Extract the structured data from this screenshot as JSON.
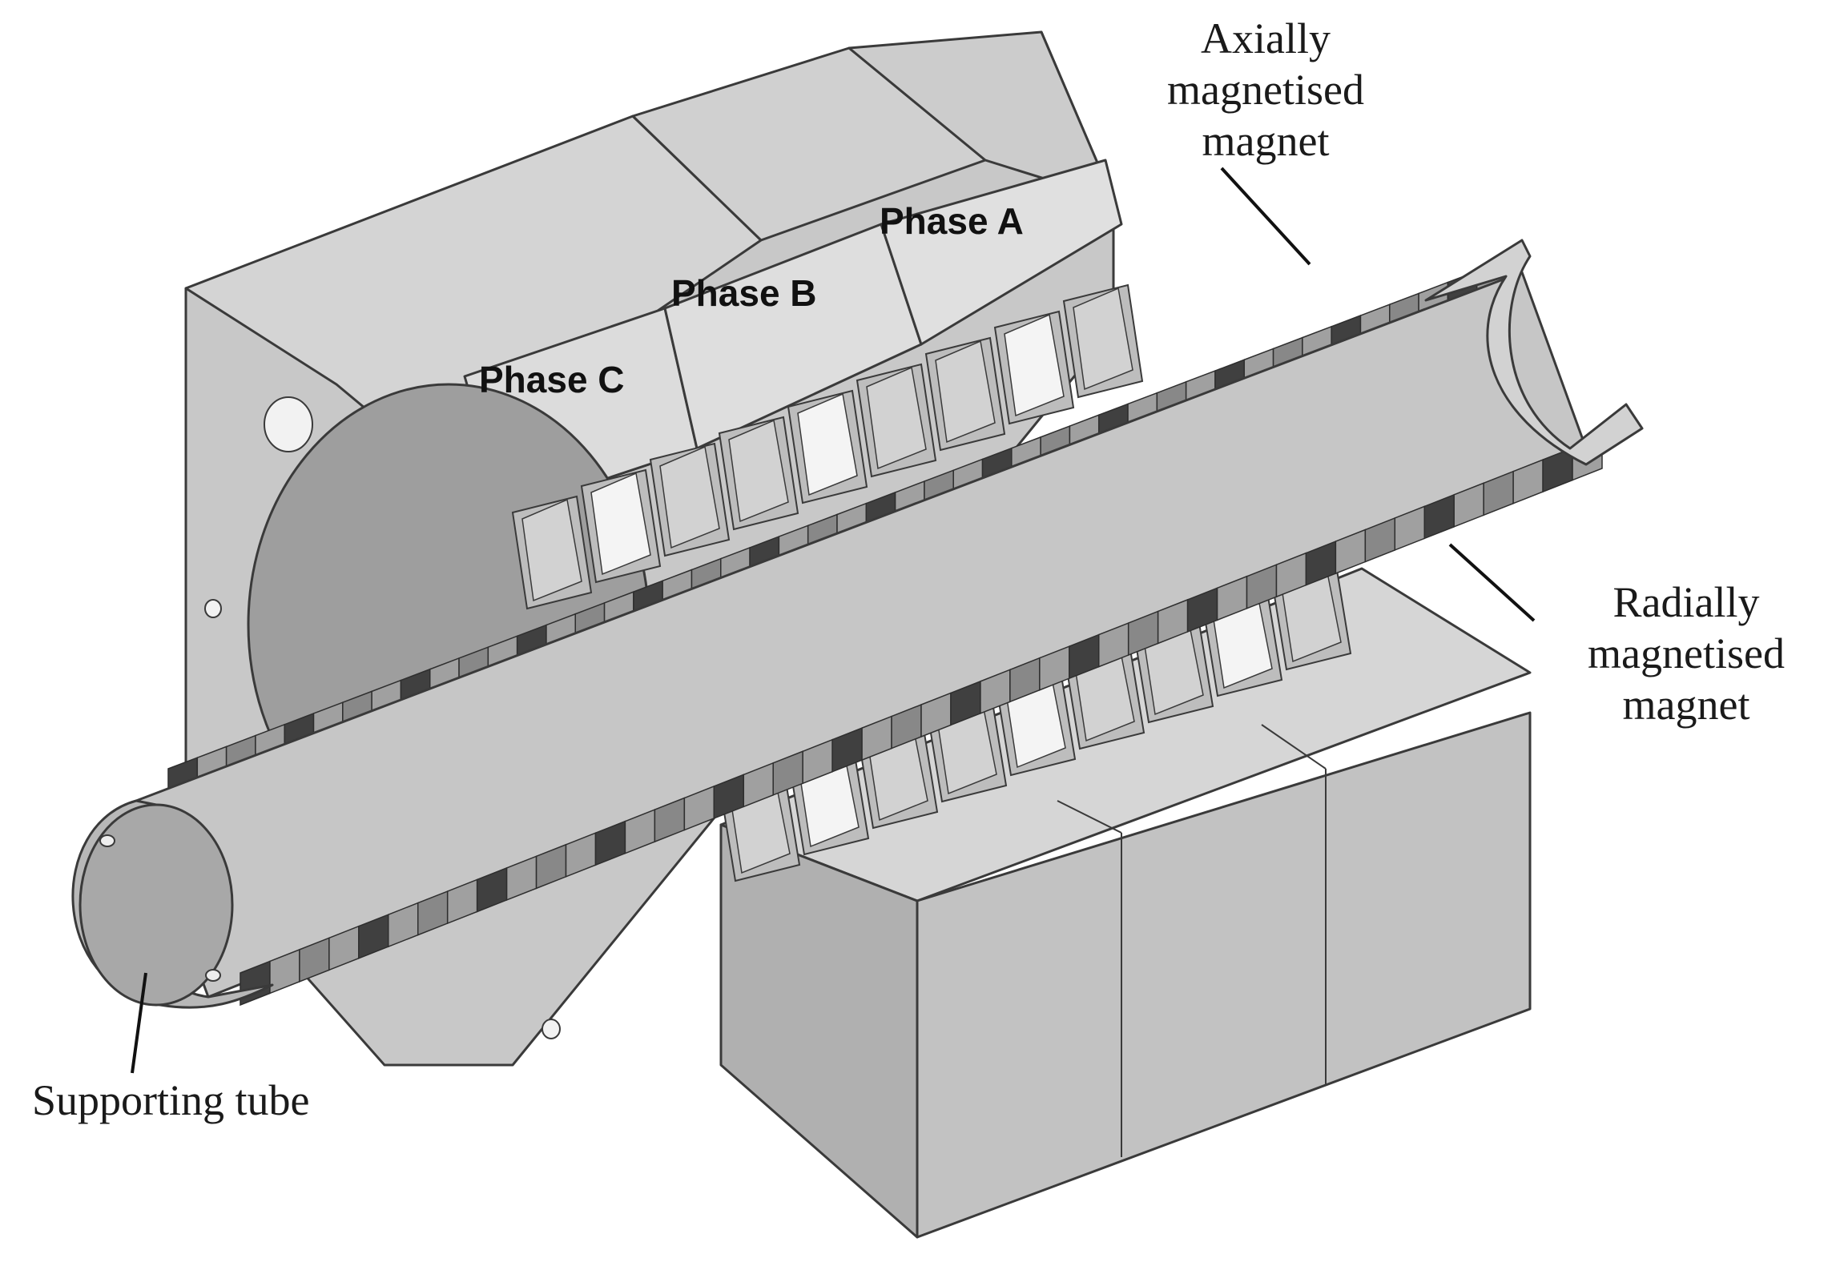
{
  "labels": {
    "axially": [
      "Axially",
      "magnetised",
      "magnet"
    ],
    "radially": [
      "Radially",
      "magnetised",
      "magnet"
    ],
    "supporting_tube": "Supporting tube",
    "phase_a": "Phase A",
    "phase_b": "Phase B",
    "phase_c": "Phase C"
  },
  "colors": {
    "background": "#ffffff",
    "stator_light": "#d8d8d8",
    "stator_mid": "#c4c4c4",
    "stator_dark": "#b4b4b4",
    "tube": "#c6c6c6",
    "magnet_light": "#a0a0a0",
    "magnet_dark": "#404040",
    "coil": "#f4f4f4"
  }
}
